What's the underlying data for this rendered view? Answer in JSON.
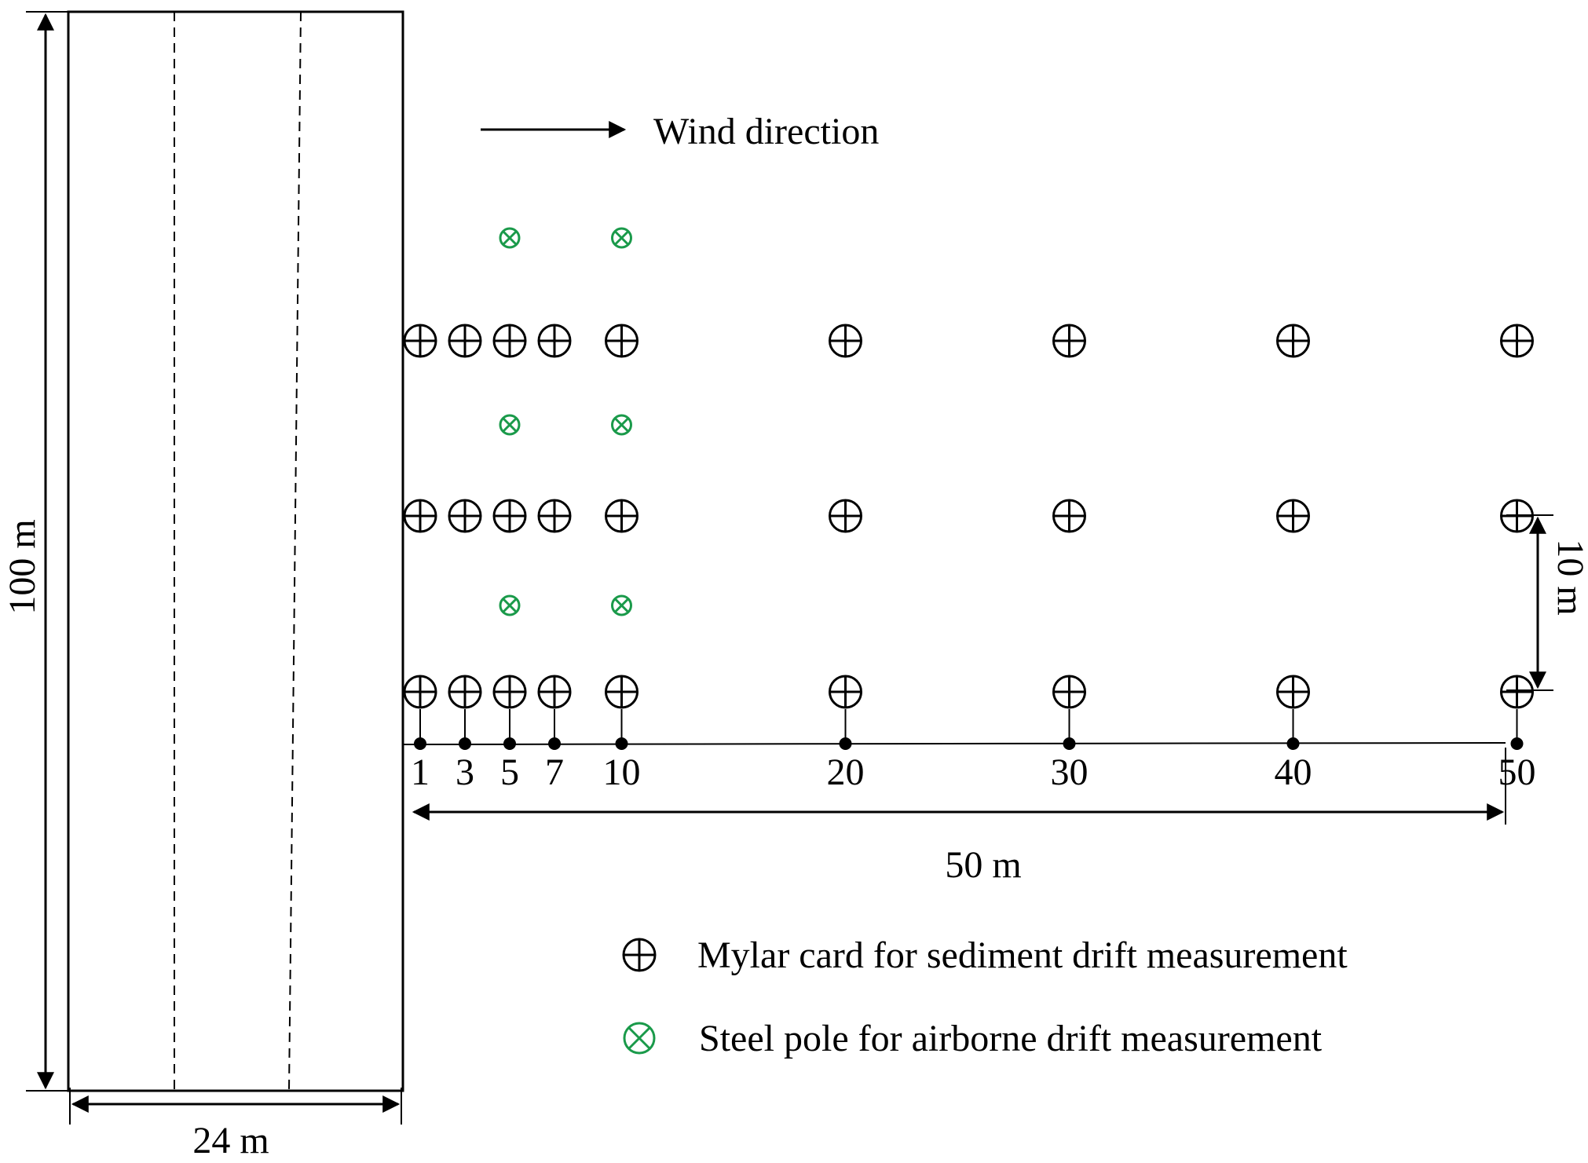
{
  "labels": {
    "wind_direction": "Wind direction",
    "field_length": "100 m",
    "field_width": "24 m",
    "row_spacing": "10 m",
    "transect_length": "50 m"
  },
  "distances": [
    1,
    3,
    5,
    7,
    10,
    20,
    30,
    40,
    50
  ],
  "distance_labels": [
    "1",
    "3",
    "5",
    "7",
    "10",
    "20",
    "30",
    "40",
    "50"
  ],
  "pole_distances": [
    5,
    10
  ],
  "legend": {
    "mylar": "Mylar card for sediment drift measurement",
    "steel": "Steel pole for airborne drift measurement"
  },
  "colors": {
    "line": "#000000",
    "steel_pole": "#1a9a4a"
  },
  "icons": {
    "mylar": "circle-plus-icon",
    "steel": "circle-times-icon"
  }
}
